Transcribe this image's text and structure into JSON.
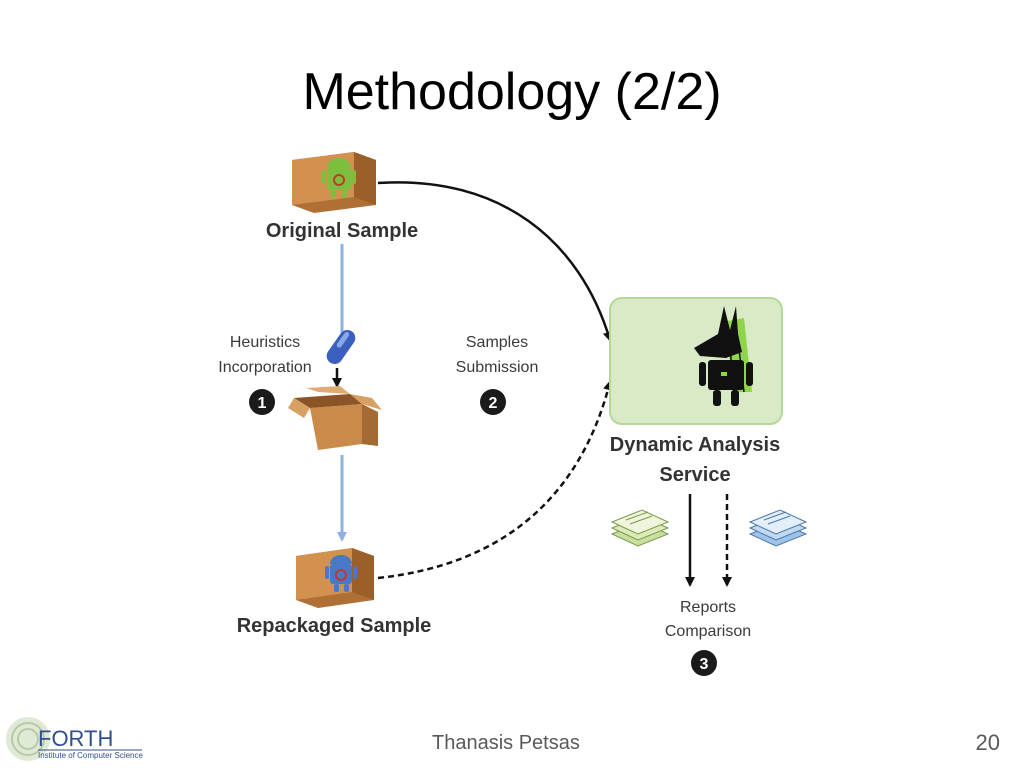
{
  "slide": {
    "title": "Methodology (2/2)",
    "author": "Thanasis Petsas",
    "page_number": "20"
  },
  "logo": {
    "name": "FORTH",
    "subtitle": "Institute of Computer Science"
  },
  "diagram": {
    "original_sample_label": "Original Sample",
    "repackaged_sample_label": "Repackaged Sample",
    "heuristics_line1": "Heuristics",
    "heuristics_line2": "Incorporation",
    "samples_line1": "Samples",
    "samples_line2": "Submission",
    "service_line1": "Dynamic Analysis",
    "service_line2": "Service",
    "reports_line1": "Reports",
    "reports_line2": "Comparison",
    "step1": "1",
    "step2": "2",
    "step3": "3"
  },
  "colors": {
    "box_brown": "#c98a4a",
    "android_green": "#7cbf3f",
    "android_blue": "#4a78c8",
    "service_bg": "#d8ebc6",
    "service_border": "#b5d79a",
    "flow_blue": "#8fb3e0"
  },
  "icons": [
    "original-sample-box-icon",
    "pill-icon",
    "open-box-icon",
    "repackaged-sample-box-icon",
    "anubis-android-icon",
    "green-reports-icon",
    "blue-reports-icon"
  ]
}
